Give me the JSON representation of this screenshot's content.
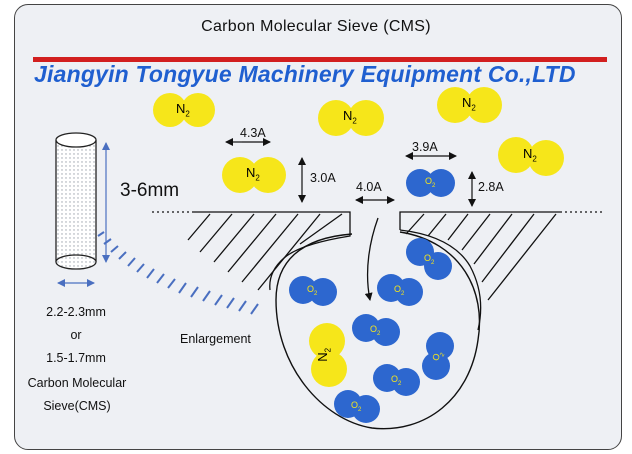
{
  "title": "Carbon Molecular Sieve (CMS)",
  "company": "Jiangyin Tongyue Machinery Equipment Co.,LTD",
  "pellet": {
    "length": "3-6mm",
    "diameter_a": "2.2-2.3mm",
    "or": "or",
    "diameter_b": "1.5-1.7mm",
    "name_line1": "Carbon Molecular",
    "name_line2": "Sieve(CMS)"
  },
  "enlargement": "Enlargement",
  "dims": {
    "n2_width": "4.3A",
    "n2_height": "3.0A",
    "o2_width": "3.9A",
    "o2_height": "2.8A",
    "pore_width": "4.0A"
  },
  "molecules": {
    "n2_main": "N",
    "o2_main": "O",
    "sub": "2"
  },
  "colors": {
    "n2": "#f6e61a",
    "o2": "#2d67cf",
    "company": "#1f5fd0",
    "accent_bar": "#d21f1f"
  }
}
